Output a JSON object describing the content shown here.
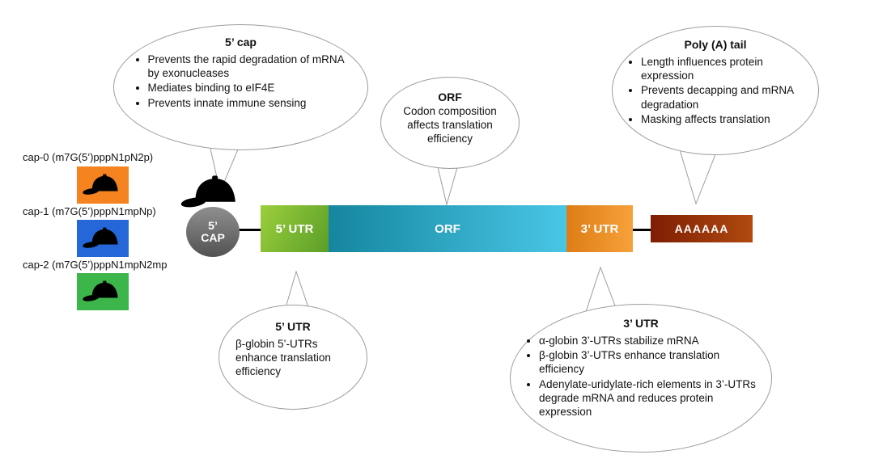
{
  "diagram": {
    "bubbles": {
      "cap5": {
        "title": "5’ cap",
        "bullets": [
          "Prevents the rapid degradation of mRNA by exonucleases",
          "Mediates binding to eIF4E",
          "Prevents innate immune sensing"
        ]
      },
      "orf": {
        "title": "ORF",
        "text": "Codon composition affects translation efficiency"
      },
      "polya": {
        "title": "Poly (A) tail",
        "bullets": [
          "Length influences protein expression",
          "Prevents decapping and mRNA degradation",
          "Masking affects translation"
        ]
      },
      "utr5": {
        "title": "5’ UTR",
        "text": "β-globin 5’-UTRs enhance translation efficiency"
      },
      "utr3": {
        "title": "3’ UTR",
        "bullets": [
          "α-globin 3’-UTRs stabilize mRNA",
          "β-globin 3’-UTRs enhance translation efficiency",
          "Adenylate-uridylate-rich elements in 3’-UTRs degrade mRNA and reduces protein expression"
        ]
      }
    },
    "cap_variants": [
      {
        "label": "cap-0 (m7G(5’)pppN1pN2p)",
        "color": "#f5831f"
      },
      {
        "label": "cap-1 (m7G(5’)pppN1mpNp)",
        "color": "#2566d8"
      },
      {
        "label": "cap-2 (m7G(5’)pppN1mpN2mp",
        "color": "#3cb54a"
      }
    ],
    "mrna": {
      "cap_label_line1": "5’",
      "cap_label_line2": "CAP",
      "utr5_label": "5’ UTR",
      "orf_label": "ORF",
      "utr3_label": "3’ UTR",
      "polya_label": "AAAAAA"
    },
    "colors": {
      "utr5_box": "#76b82a",
      "orf_box": "#2aa9d2",
      "utr3_box": "#ef8e1f",
      "polya_box": "#992d0b",
      "cap_ellipse": "#717171",
      "cap0_square": "#f5831f",
      "cap1_square": "#2566d8",
      "cap2_square": "#3cb54a",
      "bubble_outline": "#9d9d9d"
    }
  }
}
